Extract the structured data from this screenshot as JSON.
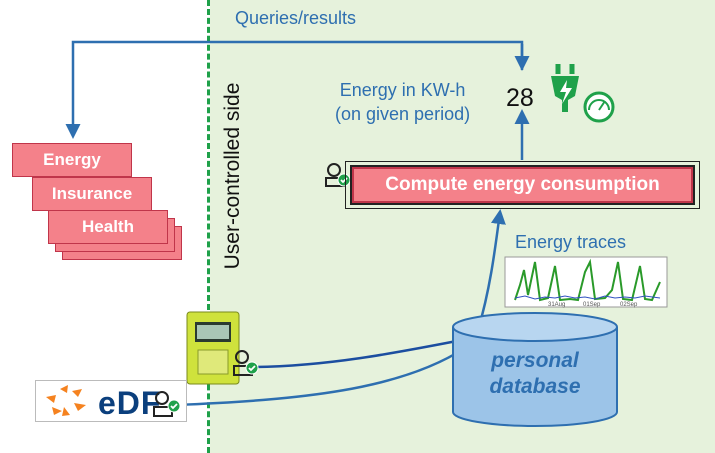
{
  "zone": {
    "label": "User-controlled side"
  },
  "flow": {
    "queries_label": "Queries/results"
  },
  "output": {
    "energy_line1": "Energy in KW-h",
    "energy_line2": "(on given period)",
    "value": "28"
  },
  "compute": {
    "label": "Compute energy consumption"
  },
  "traces": {
    "label": "Energy traces",
    "axis_labels": [
      "31Aug",
      "01Sep",
      "02Sep"
    ]
  },
  "database": {
    "line1": "personal",
    "line2": "database"
  },
  "categories": [
    "Energy",
    "Insurance",
    "Health"
  ],
  "edf": {
    "logo_text": "eDF"
  },
  "colors": {
    "green_zone": "#e6f2dc",
    "divider": "#1fa14a",
    "arrow_blue": "#2e6fb0",
    "box_pink": "#f4818a",
    "icon_green": "#1fa14a"
  }
}
